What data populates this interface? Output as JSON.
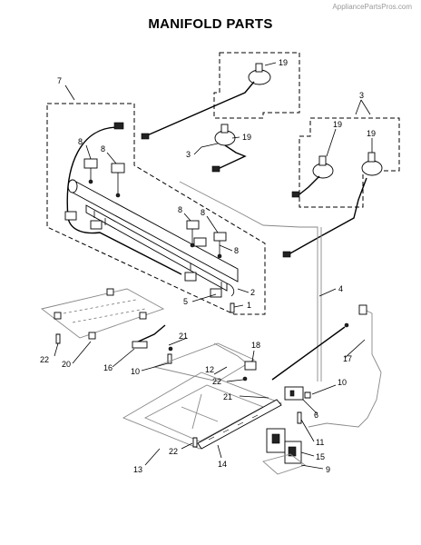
{
  "watermark": "AppliancePartsPros.com",
  "title": "MANIFOLD PARTS",
  "callouts": {
    "c7": "7",
    "c19a": "19",
    "c3a": "3",
    "c19b": "19",
    "c3b": "3",
    "c19c": "19",
    "c19d": "19",
    "c8a": "8",
    "c8b": "8",
    "c8c": "8",
    "c8d": "8",
    "c8e": "8",
    "c2": "2",
    "c5": "5",
    "c1": "1",
    "c4": "4",
    "c22a": "22",
    "c20": "20",
    "c21a": "21",
    "c16": "16",
    "c10a": "10",
    "c18": "18",
    "c12": "12",
    "c17": "17",
    "c22b": "22",
    "c10b": "10",
    "c21b": "21",
    "c6": "6",
    "c11": "11",
    "c15": "15",
    "c13": "13",
    "c22c": "22",
    "c14": "14",
    "c9": "9"
  }
}
